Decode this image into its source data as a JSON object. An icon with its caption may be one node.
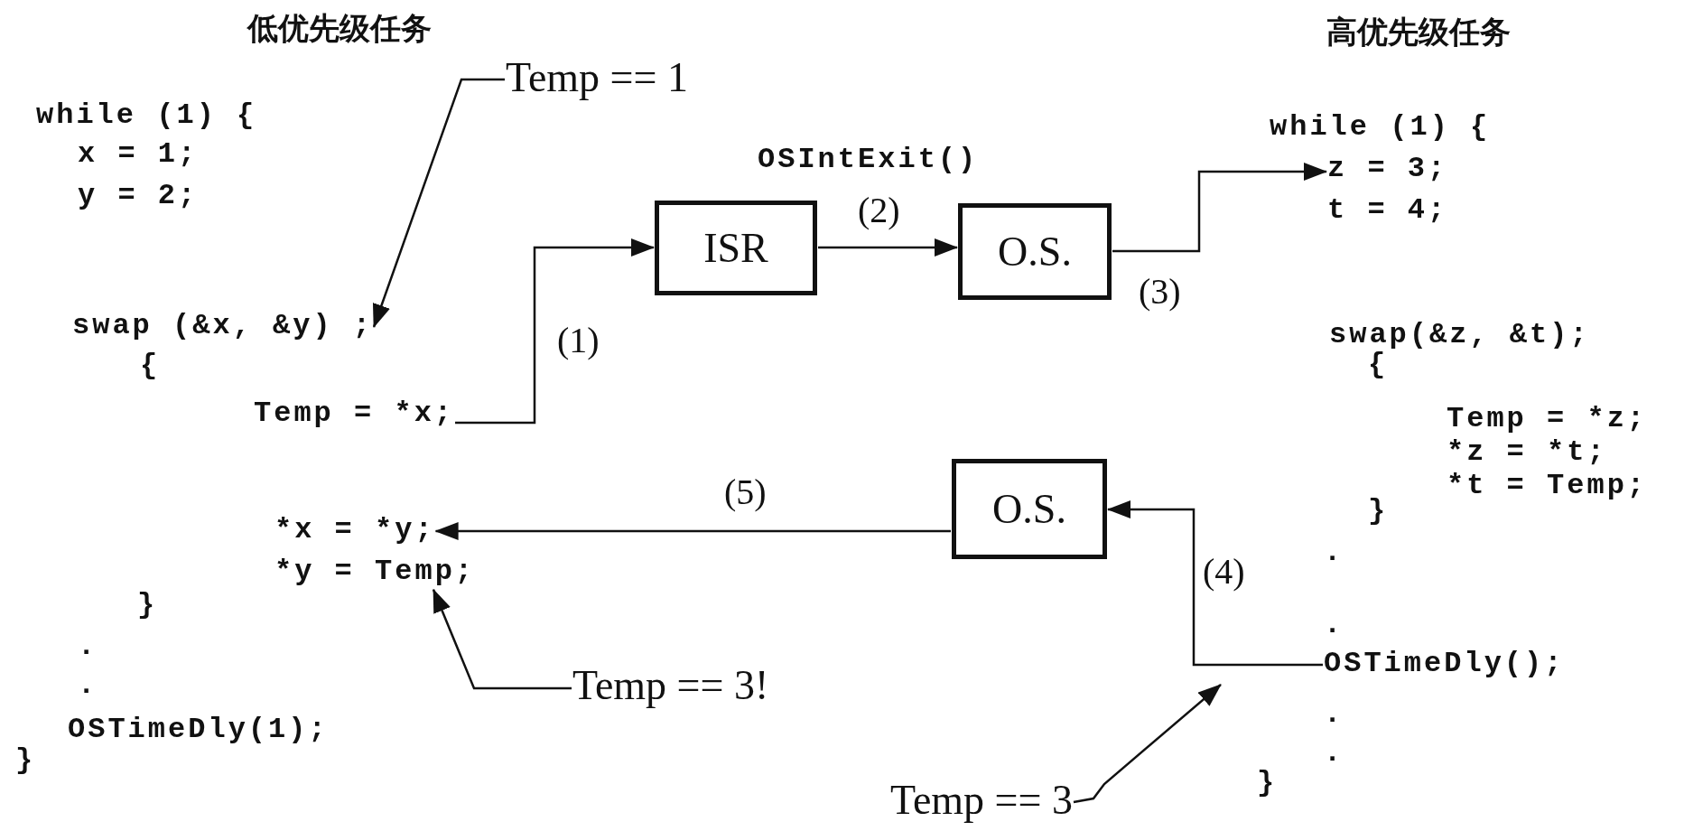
{
  "diagram": {
    "nodes": [
      {
        "text": [
          "Temp == 1"
        ]
      },
      {
        "text": [
          "swap (&x, &y) ;"
        ]
      },
      {
        "text": [
          "Temp = *x;"
        ]
      },
      {
        "text": [
          "ISR"
        ]
      },
      {
        "text": [
          "O.S."
        ]
      },
      {
        "text": [
          "z = 3;"
        ]
      },
      {
        "text": [
          "O.S."
        ]
      },
      {
        "text": [
          "*x = *y;"
        ]
      },
      {
        "text": [
          "*y = Temp;"
        ]
      },
      {
        "text": [
          "OSTimeDly();"
        ]
      },
      {
        "text": [
          "Temp == 3!"
        ]
      },
      {
        "text": [
          "Temp == 3"
        ]
      }
    ],
    "edges": [
      {
        "from": 0,
        "to": 1,
        "arrow": "to"
      },
      {
        "from": 2,
        "to": 3,
        "arrow": "to",
        "label": "(1)"
      },
      {
        "from": 3,
        "to": 4,
        "arrow": "to",
        "label": "(2)"
      },
      {
        "from": 4,
        "to": 5,
        "arrow": "to",
        "label": "(3)"
      },
      {
        "from": 9,
        "to": 6,
        "arrow": "to",
        "label": "(4)"
      },
      {
        "from": 6,
        "to": 7,
        "arrow": "to",
        "label": "(5)"
      },
      {
        "from": 10,
        "to": 8,
        "arrow": "to"
      },
      {
        "from": 11,
        "to": null,
        "arrow": "to"
      }
    ],
    "labels": [
      "低优先级任务",
      "while (1) {",
      "x = 1;",
      "y = 2;",
      "{",
      "}",
      ".",
      ".",
      "OSTimeDly(1);",
      "}",
      "OSIntExit()",
      "高优先级任务",
      "while (1) {",
      "t = 4;",
      "swap(&z, &t);",
      "{",
      "Temp = *z;",
      "*z = *t;",
      "*t = Temp;",
      "}",
      ".",
      ".",
      ".",
      ".",
      "}"
    ]
  }
}
